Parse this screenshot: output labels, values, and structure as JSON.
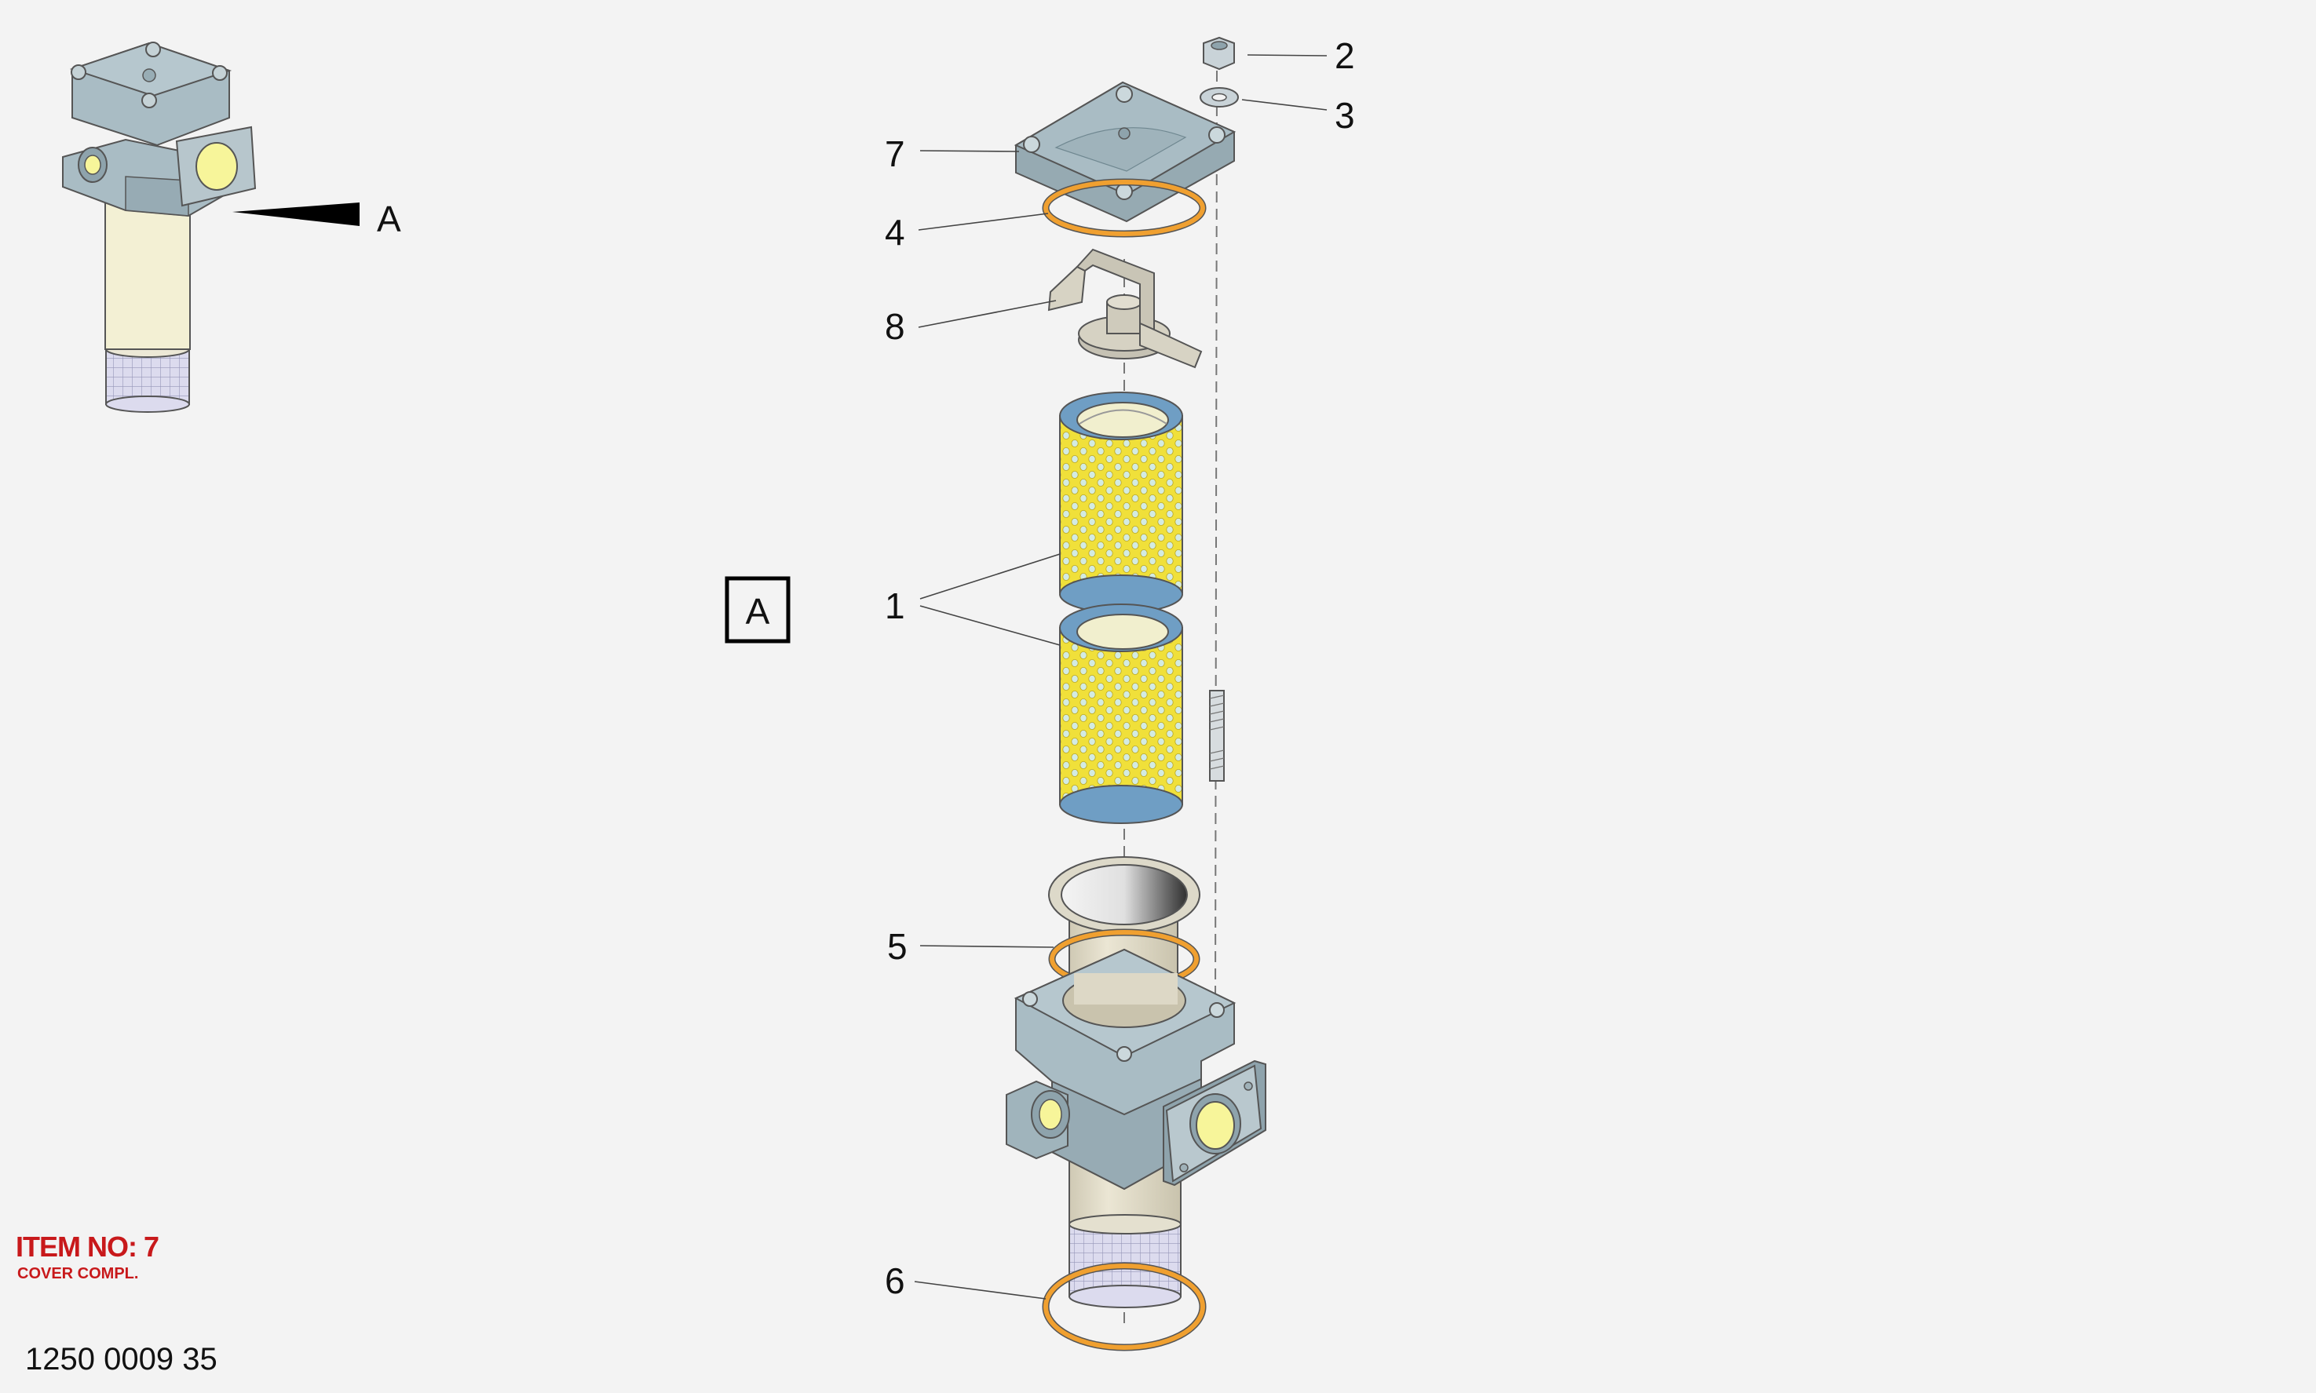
{
  "view_marker": {
    "letter": "A"
  },
  "callouts": [
    {
      "id": "2",
      "label": "2"
    },
    {
      "id": "3",
      "label": "3"
    },
    {
      "id": "7",
      "label": "7"
    },
    {
      "id": "4",
      "label": "4"
    },
    {
      "id": "8",
      "label": "8"
    },
    {
      "id": "1",
      "label": "1"
    },
    {
      "id": "5",
      "label": "5"
    },
    {
      "id": "6",
      "label": "6"
    }
  ],
  "item_info": {
    "title": "ITEM NO: 7",
    "description": "COVER COMPL."
  },
  "document_number": "1250 0009 35",
  "colors": {
    "background": "#f3f3f3",
    "housing": "#a9bcc4",
    "housing_dark": "#8ea3ac",
    "filter_yellow": "#f0e03a",
    "filter_hole": "#cfe8e0",
    "filter_ring": "#6f9ec4",
    "oring": "#f0a030",
    "sleeve": "#ddd8c6",
    "bowl_light": "#f3f0d4",
    "mesh": "#d9d8ea",
    "flange_port": "#f7f59a",
    "title_red": "#c8191b"
  }
}
